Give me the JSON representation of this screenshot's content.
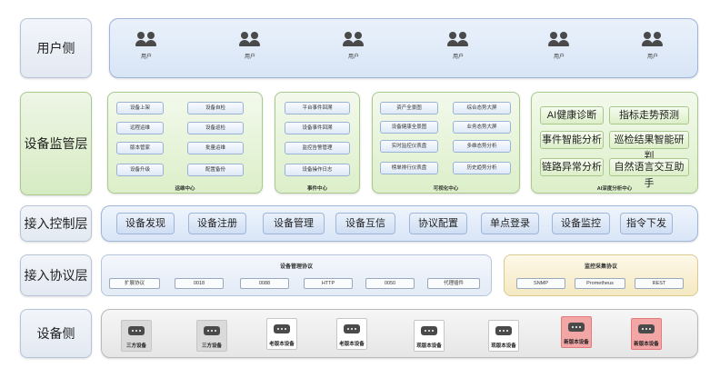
{
  "layers": {
    "user": "用户侧",
    "monitor": "设备监管层",
    "control": "接入控制层",
    "protocol": "接入协议层",
    "device": "设备侧"
  },
  "users": [
    "用户",
    "用户",
    "用户",
    "用户",
    "用户",
    "用户"
  ],
  "panels": {
    "ops": {
      "title": "运维中心",
      "items": [
        "设备上架",
        "设备自检",
        "远程运维",
        "设备巡检",
        "版本管家",
        "批量运维",
        "设备升级",
        "配置备份"
      ]
    },
    "event": {
      "title": "事件中心",
      "items": [
        "平台事件回溯",
        "设备事件回溯",
        "监控告警管理",
        "设备操作日志"
      ]
    },
    "visual": {
      "title": "可视化中心",
      "items": [
        "资产全景图",
        "综合态势大屏",
        "设备健康全景图",
        "业务态势大屏",
        "实时监控仪表盘",
        "多维态势分析",
        "榜单排行仪表盘",
        "历史趋势分析"
      ]
    },
    "ai": {
      "title": "AI深度分析中心",
      "items": [
        "AI健康诊断",
        "指标走势预测",
        "事件智能分析",
        "巡检结果智能研判",
        "链路异常分析",
        "自然语言交互助手"
      ]
    }
  },
  "control": [
    "设备发现",
    "设备注册",
    "设备管理",
    "设备互信",
    "协议配置",
    "单点登录",
    "设备监控",
    "指令下发"
  ],
  "protocol": {
    "mgmt_title": "设备管理协议",
    "mgmt": [
      "扩展协议",
      "0018",
      "0088",
      "HTTP",
      "0050",
      "代理插件"
    ],
    "mon_title": "监控采集协议",
    "mon": [
      "SNMP",
      "Prometheus",
      "REST"
    ]
  },
  "devices": [
    {
      "label": "三方设备",
      "style": "gray"
    },
    {
      "label": "三方设备",
      "style": "gray"
    },
    {
      "label": "老版本设备",
      "style": "white"
    },
    {
      "label": "老版本设备",
      "style": "white"
    },
    {
      "label": "现版本设备",
      "style": "white"
    },
    {
      "label": "现版本设备",
      "style": "white"
    },
    {
      "label": "新版本设备",
      "style": "red"
    },
    {
      "label": "新版本设备",
      "style": "red"
    }
  ]
}
